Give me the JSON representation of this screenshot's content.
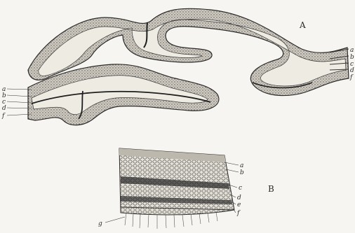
{
  "figure": {
    "panel_a_label": "A",
    "panel_b_label": "B",
    "right_labels": [
      "a",
      "b",
      "c",
      "d",
      "f"
    ],
    "left_labels": [
      "a",
      "b",
      "c",
      "d",
      "f"
    ],
    "b_labels": [
      "a",
      "b",
      "c",
      "d",
      "e",
      "f",
      "g"
    ],
    "colors": {
      "ink": "#2a2a2a",
      "paper": "#f6f5f1",
      "cortex": "#d6d2c8",
      "core": "#eeebe3"
    }
  }
}
